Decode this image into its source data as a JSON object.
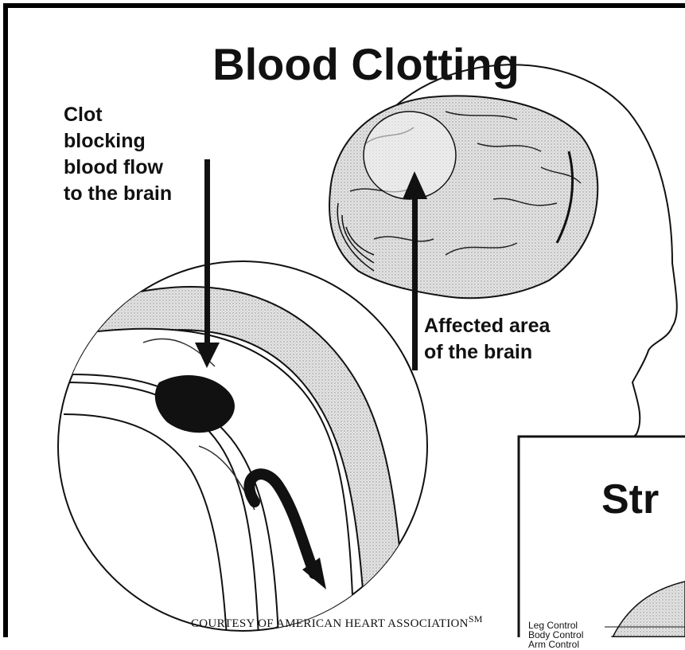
{
  "title": "Blood Clotting",
  "clot_label": [
    "Clot",
    "blocking",
    "blood flow",
    "to the brain"
  ],
  "affected_label": [
    "Affected area",
    "of the brain"
  ],
  "courtesy": "COURTESY OF AMERICAN HEART ASSOCIATION",
  "courtesy_mark": "SM",
  "stroke_panel": {
    "title": "Str",
    "controls": [
      "Leg Control",
      "Body Control",
      "Arm Control"
    ]
  }
}
